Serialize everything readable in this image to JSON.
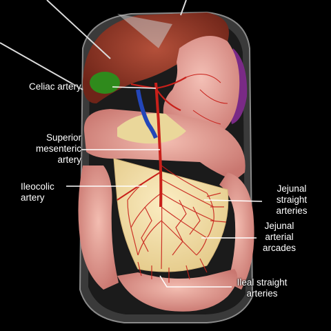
{
  "labels": {
    "celiac": "Celiac artery",
    "sma": "Superior\nmesenteric\nartery",
    "ileocolic": "Ileocolic\nartery",
    "jejunal_straight": "Jejunal\nstraight\narteries",
    "jejunal_arcades": "Jejunal\narterial\narcades",
    "ileal_straight": "Ileal straight\narteries"
  },
  "colors": {
    "background": "#000000",
    "label_text": "#ffffff",
    "leader_line": "#ffffff",
    "artery": "#c8201a",
    "vein": "#2346b8",
    "liver": "#9a3a26",
    "stomach": "#e6a39a",
    "intestine": "#e7a69c",
    "mesentery": "#f2dfa6",
    "gallbladder": "#2f8a1c",
    "spleen": "#7a2a86",
    "pancreas": "#ead79a"
  }
}
